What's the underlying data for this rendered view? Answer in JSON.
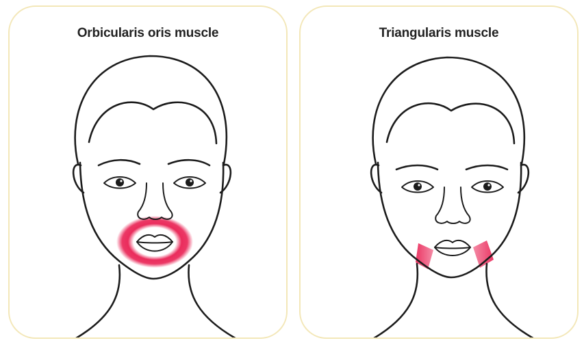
{
  "panels": [
    {
      "title": "Orbicularis oris muscle",
      "muscle": "orbicularis-oris"
    },
    {
      "title": "Triangularis muscle",
      "muscle": "triangularis"
    }
  ],
  "colors": {
    "panel_border": "#f3e7b8",
    "muscle_highlight": "#e8154a",
    "line_art": "#1c1c1c"
  }
}
